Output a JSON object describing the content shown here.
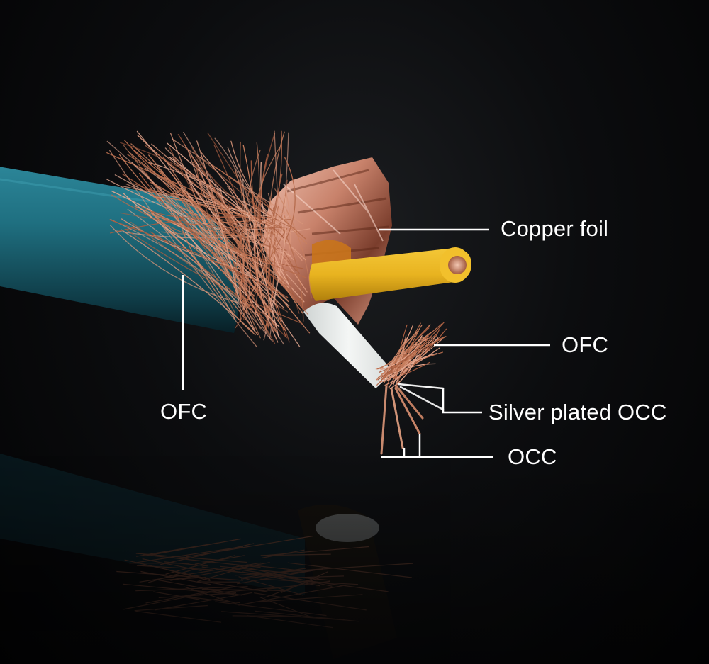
{
  "callouts": {
    "copper_foil": "Copper foil",
    "ofc_inner": "OFC",
    "silver_plated_occ": "Silver plated OCC",
    "occ": "OCC",
    "ofc_outer": "OFC"
  },
  "colors": {
    "background": "#050506",
    "jacket": "#1f6f80",
    "copper": "#c9805f",
    "foil": "#d99a84",
    "yellow_insulation": "#e8b320",
    "white_insulation": "#ecefee",
    "label_text": "#ffffff"
  }
}
